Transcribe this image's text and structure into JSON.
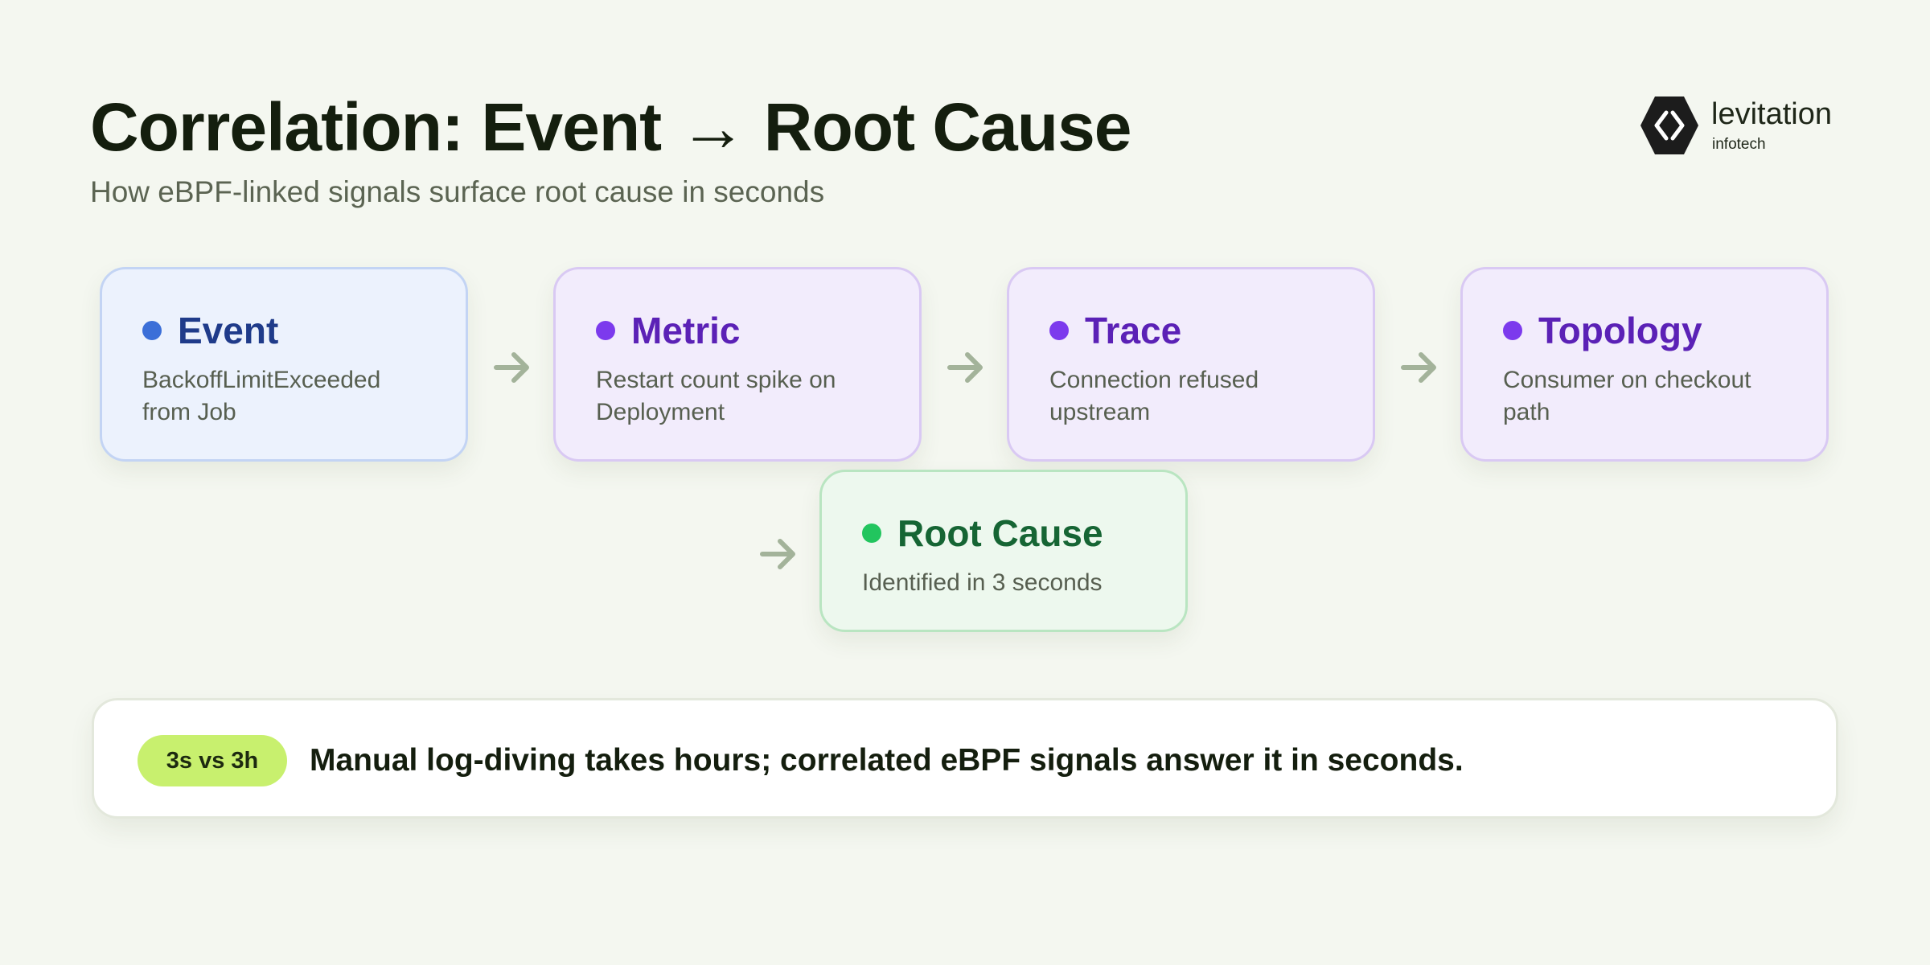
{
  "header": {
    "title": "Correlation: Event → Root Cause",
    "subtitle": "How eBPF-linked signals surface root cause in seconds"
  },
  "brand": {
    "name": "levitation",
    "tagline": "infotech",
    "icon": "hexagon-code-brackets-logo"
  },
  "flow": {
    "nodes": [
      {
        "title": "Event",
        "description": "BackoffLimitExceeded from Job",
        "accent": "#3b6fd8",
        "title_color": "#1f3b8a"
      },
      {
        "title": "Metric",
        "description": "Restart count spike on Deployment",
        "accent": "#7c3aed",
        "title_color": "#5b21b6"
      },
      {
        "title": "Trace",
        "description": "Connection refused upstream",
        "accent": "#7c3aed",
        "title_color": "#5b21b6"
      },
      {
        "title": "Topology",
        "description": "Consumer on checkout path",
        "accent": "#7c3aed",
        "title_color": "#5b21b6"
      },
      {
        "title": "Root Cause",
        "description": "Identified in 3 seconds",
        "accent": "#22c55e",
        "title_color": "#166534"
      }
    ],
    "arrow_icon": "arrow-right-icon",
    "arrow_color": "#a3b39a"
  },
  "callout": {
    "badge": "3s vs 3h",
    "text": "Manual log-diving takes hours; correlated eBPF signals answer it in seconds.",
    "badge_color": "#c8f06e"
  }
}
